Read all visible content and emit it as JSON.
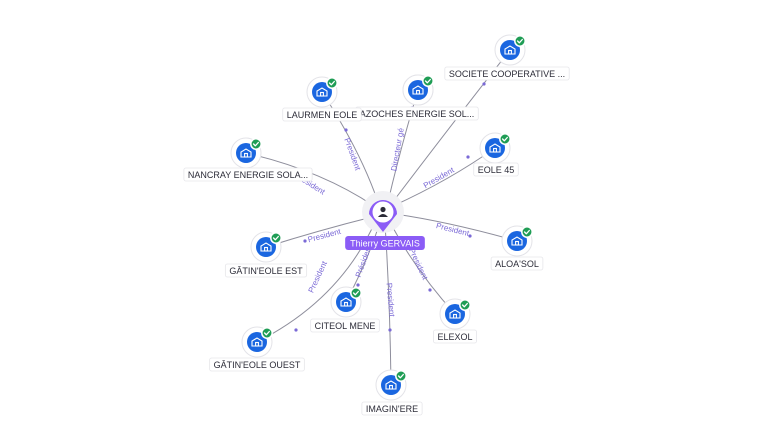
{
  "graph": {
    "colors": {
      "person": "#8b5cf6",
      "company": "#1a66e0",
      "verified": "#1f9d55",
      "edge_label": "#7b6ad6"
    },
    "center": {
      "name": "Thierry GERVAIS",
      "icon": "person-icon"
    },
    "companies": [
      {
        "id": "societe-cooperative",
        "name": "SOCIETE COOPERATIVE ...",
        "role": "",
        "icon": "building-icon",
        "verified": true
      },
      {
        "id": "azoches",
        "name": "AZOCHES ENERGIE SOL...",
        "role": "Directeur gé",
        "icon": "building-icon",
        "verified": true
      },
      {
        "id": "laurmen",
        "name": "LAURMEN EOLE",
        "role": "President",
        "icon": "building-icon",
        "verified": true
      },
      {
        "id": "bazoches",
        "name": "",
        "role": "President",
        "icon": "building-icon",
        "verified": true
      },
      {
        "id": "eole45",
        "name": "EOLE 45",
        "role": "President",
        "icon": "building-icon",
        "verified": true
      },
      {
        "id": "nancray",
        "name": "NANCRAY ENERGIE SOLA...",
        "role": "esident",
        "icon": "building-icon",
        "verified": true
      },
      {
        "id": "aloasol",
        "name": "ALOA'SOL",
        "role": "President",
        "icon": "building-icon",
        "verified": true
      },
      {
        "id": "gatin-est",
        "name": "GÂTIN'EOLE EST",
        "role": "President",
        "icon": "building-icon",
        "verified": true
      },
      {
        "id": "citeol",
        "name": "CITEOL MENE",
        "role": "Président",
        "icon": "building-icon",
        "verified": true
      },
      {
        "id": "elexol",
        "name": "ELEXOL",
        "role": "President",
        "icon": "building-icon",
        "verified": true
      },
      {
        "id": "gatin-ouest",
        "name": "GÂTIN'EOLE OUEST",
        "role": "President",
        "icon": "building-icon",
        "verified": true
      },
      {
        "id": "imaginere",
        "name": "IMAGIN'ERE",
        "role": "President",
        "icon": "building-icon",
        "verified": true
      }
    ]
  }
}
